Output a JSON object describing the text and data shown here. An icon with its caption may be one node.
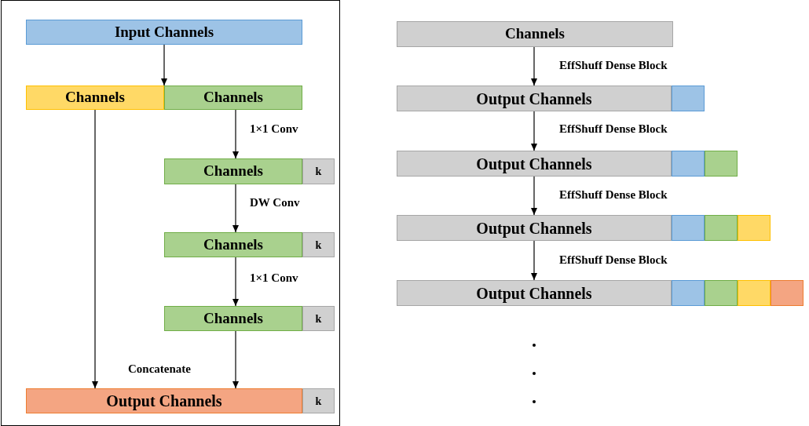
{
  "diagram": {
    "nodes": [
      {
        "text": [
          "Input Channels"
        ]
      },
      {
        "text": [
          "Channels"
        ]
      },
      {
        "text": [
          "Channels"
        ]
      },
      {
        "text": [
          "Channels"
        ]
      },
      {
        "text": [
          "k"
        ]
      },
      {
        "text": [
          "Channels"
        ]
      },
      {
        "text": [
          "k"
        ]
      },
      {
        "text": [
          "Channels"
        ]
      },
      {
        "text": [
          "k"
        ]
      },
      {
        "text": [
          "Output Channels"
        ]
      },
      {
        "text": [
          "k"
        ]
      },
      {
        "text": [
          "Channels"
        ]
      },
      {
        "text": [
          "Output Channels"
        ]
      },
      {
        "text": [],
        "shape": "box"
      },
      {
        "text": [
          "Output Channels"
        ]
      },
      {
        "text": [],
        "shape": "box"
      },
      {
        "text": [],
        "shape": "box"
      },
      {
        "text": [
          "Output Channels"
        ]
      },
      {
        "text": [],
        "shape": "box"
      },
      {
        "text": [],
        "shape": "box"
      },
      {
        "text": [],
        "shape": "box"
      },
      {
        "text": [
          "Output Channels"
        ]
      },
      {
        "text": [],
        "shape": "box"
      },
      {
        "text": [],
        "shape": "box"
      },
      {
        "text": [],
        "shape": "box"
      },
      {
        "text": [],
        "shape": "box"
      }
    ],
    "edges": [
      {
        "from": 0,
        "to": 2,
        "arrow": "to"
      },
      {
        "from": 2,
        "to": 3,
        "arrow": "to",
        "label": "1×1 Conv"
      },
      {
        "from": 3,
        "to": 5,
        "arrow": "to",
        "label": "DW Conv"
      },
      {
        "from": 5,
        "to": 7,
        "arrow": "to",
        "label": "1×1 Conv"
      },
      {
        "from": 1,
        "to": 9,
        "arrow": "to"
      },
      {
        "from": 7,
        "to": 9,
        "arrow": "to"
      },
      {
        "from": 11,
        "to": 12,
        "arrow": "to",
        "label": "EffShuff Dense Block"
      },
      {
        "from": 12,
        "to": 14,
        "arrow": "to",
        "label": "EffShuff Dense Block"
      },
      {
        "from": 14,
        "to": 17,
        "arrow": "to",
        "label": "EffShuff Dense Block"
      },
      {
        "from": 17,
        "to": 21,
        "arrow": "to",
        "label": "EffShuff Dense Block"
      }
    ],
    "labels": [
      "Concatenate"
    ]
  }
}
